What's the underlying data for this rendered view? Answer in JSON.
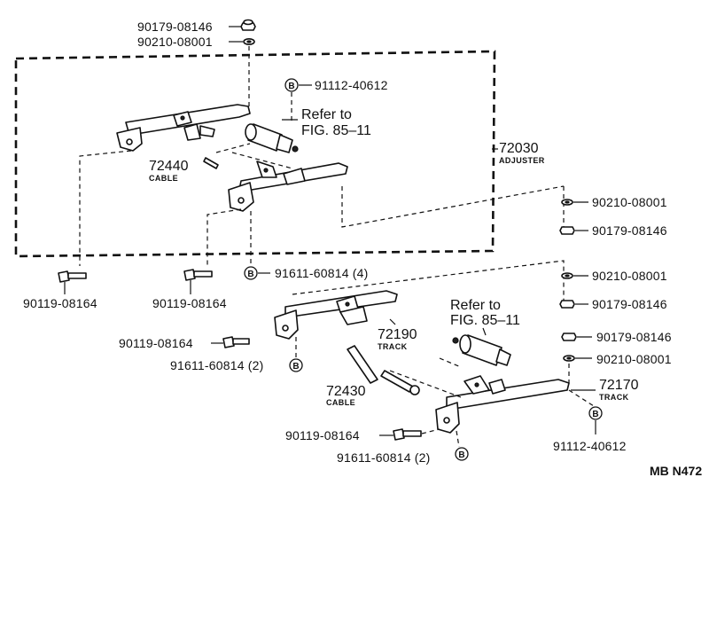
{
  "labels": {
    "top_nut": "90179-08146",
    "top_washer": "90210-08001",
    "upper_bolt_b": "91112-40612",
    "upper_refer_line1": "Refer to",
    "upper_refer_line2": "FIG. 85–11",
    "adjuster_num": "72030",
    "adjuster_name": "ADJUSTER",
    "cable1_num": "72440",
    "cable1_name": "CABLE",
    "right_washer1": "90210-08001",
    "right_nut1": "90179-08146",
    "bolt_left1": "90119-08164",
    "bolt_left2": "90119-08164",
    "bolt_b_mid": "91611-60814  (4)",
    "right_washer2": "90210-08001",
    "right_nut2": "90179-08146",
    "lower_refer_line1": "Refer to",
    "lower_refer_line2": "FIG. 85–11",
    "track1_num": "72190",
    "track1_name": "TRACK",
    "bolt_mid": "90119-08164",
    "bolt_b_2a": "91611-60814  (2)",
    "right_nut3": "90179-08146",
    "right_washer3": "90210-08001",
    "cable2_num": "72430",
    "cable2_name": "CABLE",
    "track2_num": "72170",
    "track2_name": "TRACK",
    "right_bolt_b": "91112-40612",
    "bolt_low": "90119-08164",
    "bolt_b_2b": "91611-60814  (2)",
    "figure_code": "MB N472"
  },
  "marker_letter": "B"
}
